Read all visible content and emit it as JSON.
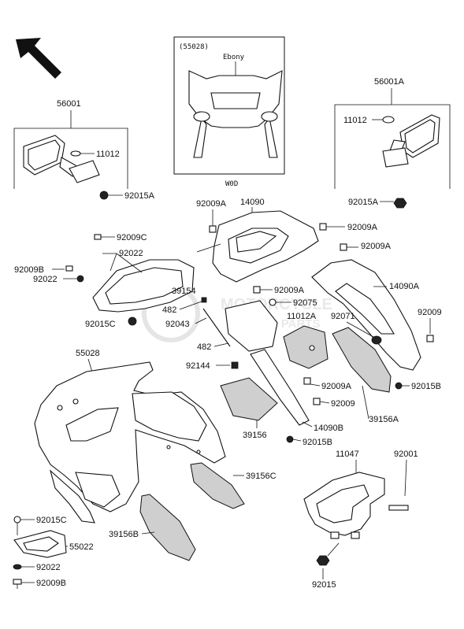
{
  "inset": {
    "code": "(55028)",
    "finish": "Ebony",
    "variant": "W0D"
  },
  "watermark": {
    "line1": "MOTORCYCLE",
    "line2": "SPARE PARTS"
  },
  "labels": {
    "mirror_left_group": "56001",
    "mirror_left_grommet": "11012",
    "mirror_left_nut": "92015A",
    "mirror_right_group": "56001A",
    "mirror_right_grommet": "11012",
    "mirror_right_nut": "92015A",
    "cover_left_bolt_top": "92009A",
    "inner_cover": "14090",
    "cover_left_bolt_right": "92009A",
    "right_cover_bolt": "92009A",
    "right_cover": "14090A",
    "screw_top": "92009C",
    "spring_top": "92022",
    "bolt_left": "92009B",
    "collar_left": "92022",
    "windshield": "39154",
    "nut_windshield": "92015C",
    "bolt_center": "92009A",
    "clip_center": "92075",
    "bracket_center": "11012A",
    "grommet_right": "92071",
    "screw_right": "92009",
    "insert_482a": "482",
    "spacer": "92043",
    "insert_482b": "482",
    "cowl": "55028",
    "clip_cable": "92144",
    "bolt_lower_center": "92009A",
    "nut_right_cover": "92015B",
    "bolt_lower": "92009",
    "pad_center": "39156",
    "strip_lower": "14090B",
    "pad_right": "39156A",
    "nut_lower": "92015B",
    "stay": "11047",
    "stay_bolt": "92001",
    "pad_lower_right": "39156C",
    "pad_lower_left": "39156B",
    "nut_bottom_left": "92015C",
    "bracket_bottom": "55022",
    "collar_bottom": "92022",
    "bolt_bottom": "92009B",
    "nut_stay": "92015"
  }
}
